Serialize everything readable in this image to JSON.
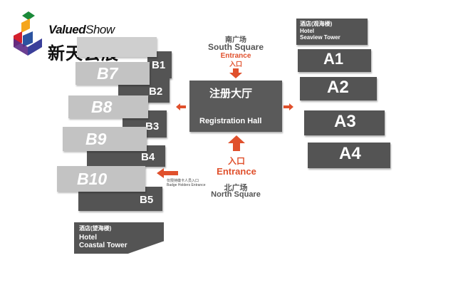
{
  "logo": {
    "brand_bold": "Valued",
    "brand_thin": "Show",
    "brand_cn": "新天会展"
  },
  "colors": {
    "hall_light": "#c3c3c3",
    "hall_dark": "#545454",
    "entrance_red": "#e0502c",
    "label_gray": "#555555"
  },
  "registration": {
    "cn": "注册大厅",
    "en": "Registration Hall"
  },
  "south": {
    "cn": "南广场",
    "en": "South Square",
    "entrance_en": "Entrance",
    "entrance_cn": "入口"
  },
  "north": {
    "entrance_cn": "入口",
    "entrance_en": "Entrance",
    "cn": "北广场",
    "en": "North Square"
  },
  "badge_entrance": {
    "cn": "仅限持徽卡人员入口",
    "en": "Badge Holders Entrance"
  },
  "halls_b_big": [
    "B7",
    "B8",
    "B9",
    "B10"
  ],
  "halls_b_small": [
    "B1",
    "B2",
    "B3",
    "B4",
    "B5"
  ],
  "halls_a": [
    "A1",
    "A2",
    "A3",
    "A4"
  ],
  "hotel_seaview": {
    "cn": "酒店(观海楼)",
    "en1": "Hotel",
    "en2": "Seaview Tower"
  },
  "hotel_coastal": {
    "cn": "酒店(望海楼)",
    "en1": "Hotel",
    "en2": "Coastal Tower"
  }
}
